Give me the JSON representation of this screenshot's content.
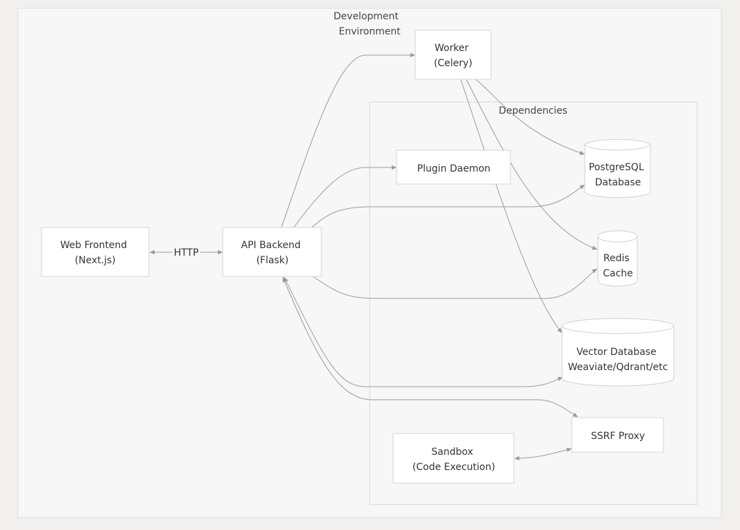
{
  "clusters": {
    "dev_env": {
      "label_lines": [
        "Development",
        "Environment"
      ]
    },
    "dependencies": {
      "label": "Dependencies"
    }
  },
  "nodes": {
    "web_frontend": {
      "lines": [
        "Web Frontend",
        "(Next.js)"
      ]
    },
    "api_backend": {
      "lines": [
        "API Backend",
        "(Flask)"
      ]
    },
    "worker": {
      "lines": [
        "Worker",
        "(Celery)"
      ]
    },
    "plugin_daemon": {
      "lines": [
        "Plugin Daemon"
      ]
    },
    "postgres": {
      "lines": [
        "PostgreSQL",
        "Database"
      ]
    },
    "redis": {
      "lines": [
        "Redis",
        "Cache"
      ]
    },
    "vector_db": {
      "lines": [
        "Vector Database",
        "Weaviate/Qdrant/etc"
      ]
    },
    "ssrf_proxy": {
      "lines": [
        "SSRF Proxy"
      ]
    },
    "sandbox": {
      "lines": [
        "Sandbox",
        "(Code Execution)"
      ]
    }
  },
  "edges": {
    "web_api_label": "HTTP"
  }
}
